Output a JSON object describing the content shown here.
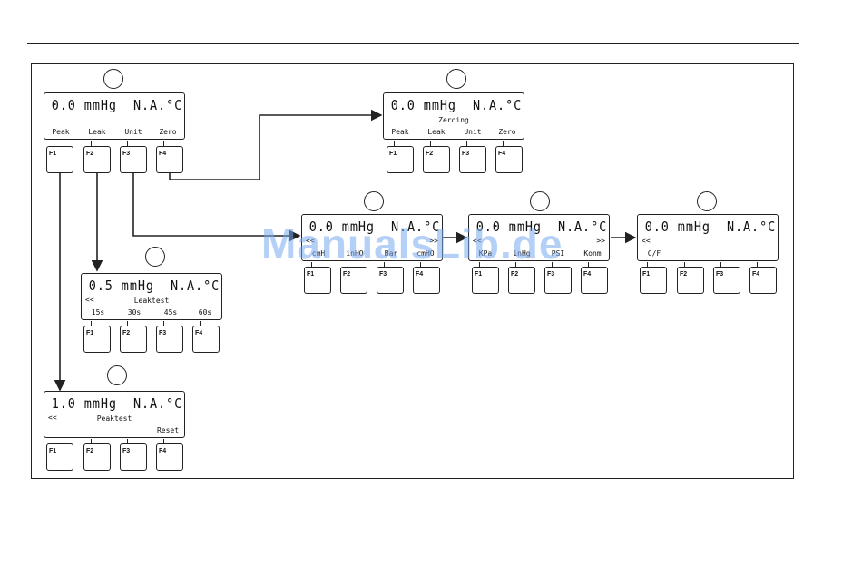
{
  "keys": [
    "F1",
    "F2",
    "F3",
    "F4"
  ],
  "screens": {
    "main": {
      "big": "0.0 mmHg  N.A.°C",
      "softkeys": [
        "Peak",
        "Leak",
        "Unit",
        "Zero"
      ]
    },
    "zero": {
      "big": "0.0 mmHg  N.A.°C",
      "title": "Zeroing",
      "softkeys": [
        "Peak",
        "Leak",
        "Unit",
        "Zero"
      ]
    },
    "unit": {
      "big": "0.0 mmHg  N.A.°C",
      "back": "<<",
      "fwd": ">>",
      "softkeys": [
        "cmH",
        "inHO",
        "Bar",
        "cmHO"
      ]
    },
    "unit2": {
      "big": "0.0 mmHg  N.A.°C",
      "back": "<<",
      "fwd": ">>",
      "softkeys": [
        "KPa",
        "inHg",
        "PSI",
        "Konm"
      ]
    },
    "temp": {
      "big": "0.0 mmHg  N.A.°C",
      "back": "<<",
      "softkeys": [
        "C/F",
        "",
        "",
        ""
      ]
    },
    "leak": {
      "big": "0.5 mmHg  N.A.°C",
      "back": "<<",
      "title": "Leaktest",
      "softkeys": [
        "15s",
        "30s",
        "45s",
        "60s"
      ]
    },
    "peak": {
      "big": "1.0 mmHg  N.A.°C",
      "back": "<<",
      "title": "Peaktest",
      "softkeys": [
        "",
        "",
        "",
        "Reset"
      ]
    }
  },
  "watermark": "ManualsLib.de"
}
